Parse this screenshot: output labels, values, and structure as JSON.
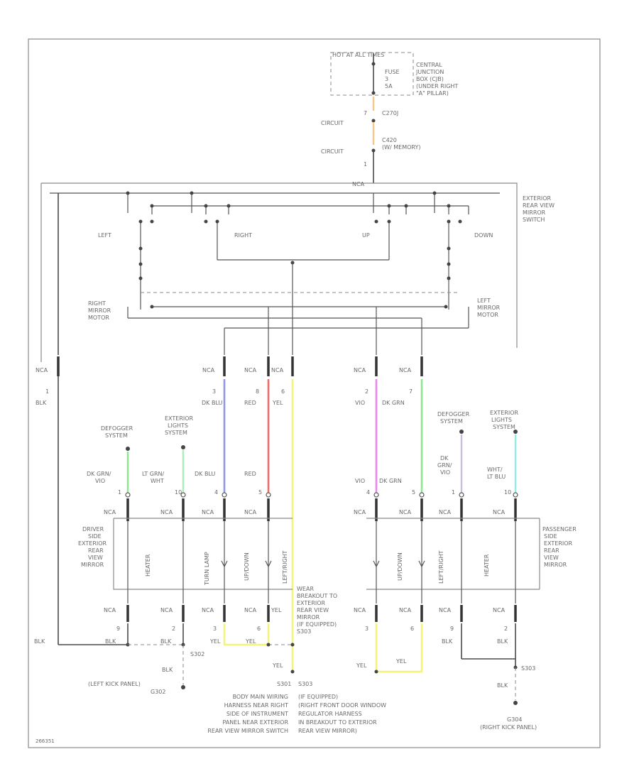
{
  "labels": {
    "hot": "HOT AT ALL TIMES",
    "cjb": [
      "CENTRAL",
      "JUNCTION",
      "BOX (CJB)",
      "(UNDER RIGHT",
      "\"A\" PILLAR)"
    ],
    "fuse": [
      "FUSE",
      "3",
      "5A"
    ],
    "c270j_pin": "7",
    "c270j": "C270J",
    "circuit": "CIRCUIT",
    "c420_pin": "1",
    "c420": [
      "C420",
      "(W/ MEMORY)"
    ],
    "nca": "NCA",
    "switch_name": [
      "EXTERIOR",
      "REAR VIEW",
      "MIRROR",
      "SWITCH"
    ],
    "left": "LEFT",
    "right": "RIGHT",
    "up": "UP",
    "down": "DOWN",
    "right_motor": [
      "RIGHT",
      "MIRROR",
      "MOTOR"
    ],
    "left_motor": [
      "LEFT",
      "MIRROR",
      "MOTOR"
    ],
    "blk": "BLK",
    "yel": "YEL",
    "pin1": "1",
    "pin2": "2",
    "pin3": "3",
    "pin4": "4",
    "pin5": "5",
    "pin6": "6",
    "pin7": "7",
    "pin8": "8",
    "pin9": "9",
    "pin10": "10",
    "dk_blu": "DK BLU",
    "red": "RED",
    "vio": "VIO",
    "dk_grn": "DK GRN",
    "defogger": [
      "DEFOGGER",
      "SYSTEM"
    ],
    "ext_lights": [
      "EXTERIOR",
      "LIGHTS",
      "SYSTEM"
    ],
    "dk_grn_vio": [
      "DK GRN/",
      "VIO"
    ],
    "lt_grn_wht": [
      "LT GRN/",
      "WHT"
    ],
    "dk_grn2_vio": [
      "DK",
      "GRN/",
      "VIO"
    ],
    "wht_lt_blu": [
      "WHT/",
      "LT BLU"
    ],
    "driver_mirror": [
      "DRIVER",
      "SIDE",
      "EXTERIOR",
      "REAR",
      "VIEW",
      "MIRROR"
    ],
    "pass_mirror": [
      "PASSENGER",
      "SIDE",
      "EXTERIOR",
      "REAR",
      "VIEW",
      "MIRROR"
    ],
    "heater": "HEATER",
    "turn_lamp": "TURN LAMP",
    "up_down": "UP/DOWN",
    "left_right": "LEFT/RIGHT",
    "wear_note": [
      "WEAR",
      "BREAKOUT TO",
      "EXTERIOR",
      "REAR VIEW",
      "MIRROR",
      "(IF EQUIPPED)",
      "S303"
    ],
    "s302": "S302",
    "s303": "S303",
    "s301_s303": [
      "S301",
      "S303"
    ],
    "left_kick": [
      "(LEFT KICK PANEL)",
      "G302"
    ],
    "g301_desc": [
      "BODY MAIN WIRING",
      "HARNESS NEAR RIGHT",
      "SIDE OF INSTRUMENT",
      "PANEL NEAR EXTERIOR",
      "REAR VIEW MIRROR SWITCH"
    ],
    "s303_desc": [
      "(IF EQUIPPED)",
      "(RIGHT FRONT DOOR WINDOW",
      "REGULATOR HARNESS",
      "IN BREAKOUT TO EXTERIOR",
      "REAR VIEW MIRROR)"
    ],
    "g304": [
      "G304",
      "(RIGHT KICK PANEL)"
    ],
    "diagram_id": "266351"
  },
  "colors": {
    "dk_blu": "#8f98e6",
    "red": "#f46a6a",
    "yel": "#f4f47a",
    "vio": "#ef86ef",
    "dk_grn": "#8fe690",
    "lt_grn": "#a9f0b4",
    "lt_blu": "#8ef0e2",
    "orange": "#f7c789",
    "lavender": "#c9bddb"
  }
}
